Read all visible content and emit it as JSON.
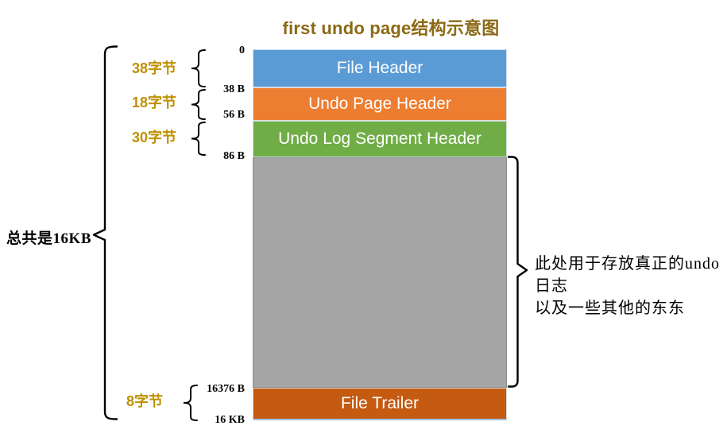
{
  "title": {
    "text": "first undo page结构示意图",
    "color": "#8B6914"
  },
  "palette": {
    "file_header_fill": "#5B9BD5",
    "undo_page_header_fill": "#ED7D31",
    "undo_log_segment_header_fill": "#70AD47",
    "body_fill": "#A5A5A5",
    "file_trailer_fill": "#C55A11",
    "block_text": "#FFFFFF",
    "size_label_color": "#BF9000",
    "brace_color": "#000000"
  },
  "blocks": {
    "file_header": {
      "label": "File Header"
    },
    "undo_page_header": {
      "label": "Undo Page Header"
    },
    "undo_log_segment_header": {
      "label": "Undo Log Segment Header"
    },
    "body": {
      "label": ""
    },
    "file_trailer": {
      "label": "File Trailer"
    }
  },
  "offsets": {
    "start": "0",
    "after_file_header": "38 B",
    "after_undo_page_header": "56 B",
    "after_undo_log_segment_header": "86 B",
    "before_file_trailer": "16376 B",
    "end": "16 KB"
  },
  "size_labels": {
    "file_header": "38字节",
    "undo_page_header": "18字节",
    "undo_log_segment_header": "30字节",
    "file_trailer": "8字节"
  },
  "total_size_label": "总共是16KB",
  "annotation": {
    "line1": "此处用于存放真正的undo日志",
    "line2": "以及一些其他的东东"
  }
}
